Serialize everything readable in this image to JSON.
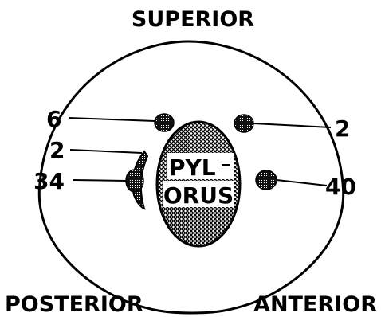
{
  "labels": {
    "superior": "SUPERIOR",
    "posterior": "POSTERIOR",
    "anterior": "ANTERIOR",
    "pylorus_line1": "PYL",
    "pylorus_line2": "ORUS",
    "count_upper_left": "6",
    "count_upper_right": "2",
    "count_mid_left": "2",
    "count_lower_left": "34",
    "count_lower_right": "40"
  }
}
